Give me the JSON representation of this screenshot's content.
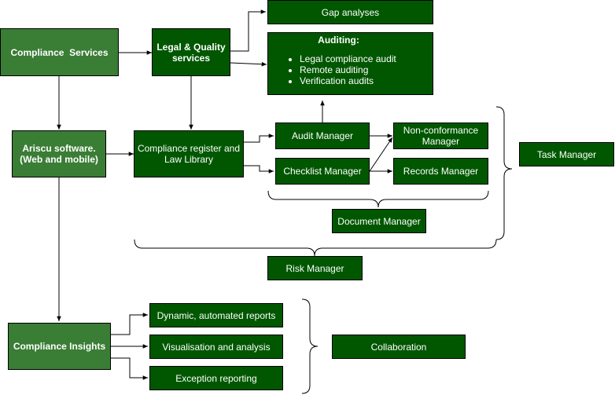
{
  "nodes": {
    "compliance_services": "Compliance  Services",
    "legal_quality": "Legal & Quality\nservices",
    "gap_analyses": "Gap analyses",
    "auditing": {
      "title": "Auditing:",
      "items": [
        "Legal compliance audit",
        "Remote auditing",
        "Verification audits"
      ]
    },
    "ariscu_software": "Ariscu software.\n(Web and mobile)",
    "compliance_register": "Compliance register and\nLaw Library",
    "audit_manager": "Audit Manager",
    "checklist_manager": "Checklist Manager",
    "nonconformance_manager": "Non-conformance\nManager",
    "records_manager": "Records Manager",
    "document_manager": "Document Manager",
    "task_manager": "Task Manager",
    "risk_manager": "Risk Manager",
    "compliance_insights": "Compliance Insights",
    "dynamic_reports": "Dynamic, automated reports",
    "visualisation": "Visualisation and analysis",
    "exception_reporting": "Exception reporting",
    "collaboration": "Collaboration"
  },
  "colors": {
    "dark_green": "#005700",
    "light_green": "#3a7d35",
    "line": "#000000"
  }
}
